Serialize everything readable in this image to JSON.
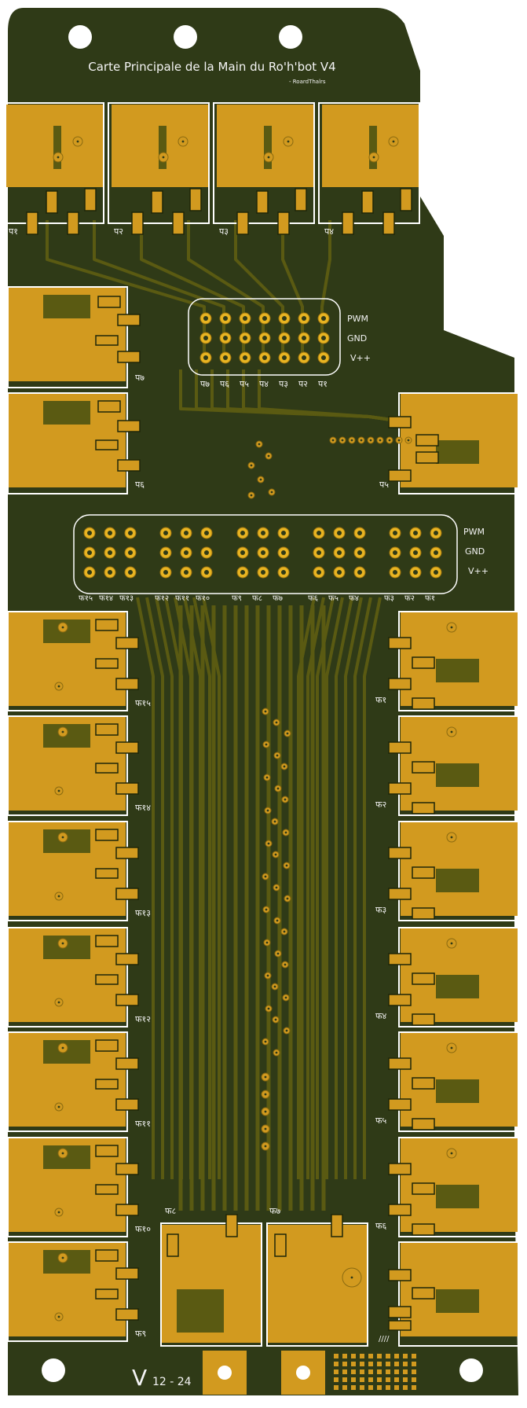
{
  "board": {
    "title": "Carte Principale de la Main du Ro'h'bot V4",
    "author": "- RoardThalrs",
    "voltage_main": "V",
    "voltage_sub": "12 - 24",
    "hatch_mark": "////"
  },
  "colors": {
    "background": "#ffffff",
    "board": "#2f3a17",
    "copper": "#d29a1f",
    "copper_dark": "#5a5a12",
    "silkscreen": "#f4f4f4",
    "pad_ring": "#e8b422"
  },
  "top_connectors": [
    "प१",
    "प२",
    "प३",
    "प४"
  ],
  "header_p": {
    "rows": [
      "PWM",
      "GND",
      "V++"
    ],
    "pins": [
      "प७",
      "प६",
      "प५",
      "प४",
      "प३",
      "प२",
      "प१"
    ]
  },
  "side_p_labels": {
    "p7": "प७",
    "p6": "प६",
    "p5": "प५"
  },
  "header_f": {
    "rows": [
      "PWM",
      "GND",
      "V++"
    ],
    "pins": [
      "फ१५",
      "फ१४",
      "फ१३",
      "फ१२",
      "फ११",
      "फ१०",
      "फ९",
      "फ८",
      "फ७",
      "फ६",
      "फ५",
      "फ४",
      "फ३",
      "फ२",
      "फ१"
    ]
  },
  "left_f_labels": [
    "फ१५",
    "फ१४",
    "फ१३",
    "फ१२",
    "फ११",
    "फ१०",
    "फ९"
  ],
  "right_f_labels": [
    "फ१",
    "फ२",
    "फ३",
    "फ४",
    "फ५",
    "फ६"
  ],
  "bottom_f_labels": {
    "f8": "फ८",
    "f7": "फ७"
  }
}
